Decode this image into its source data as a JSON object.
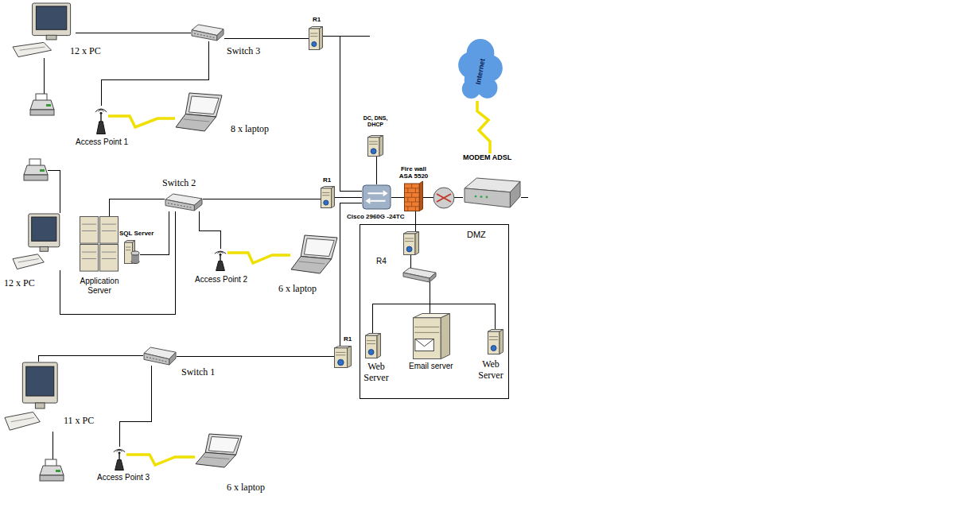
{
  "diagram": {
    "nodes": [
      {
        "text": [
          "12 x PC"
        ]
      },
      {
        "text": [
          "R1"
        ]
      },
      {
        "text": [
          "Switch 3"
        ]
      },
      {
        "text": [
          "Internet"
        ]
      },
      {
        "text": [
          "Access Point 1"
        ]
      },
      {
        "text": [
          "8 x laptop"
        ]
      },
      {
        "text": [
          "DC, DNS, DHCP"
        ]
      },
      {
        "text": [
          "Fire wall ASA 5520"
        ]
      },
      {
        "text": [
          "MODEM ADSL"
        ]
      },
      {
        "text": [
          "Switch 2"
        ]
      },
      {
        "text": [
          "R1"
        ]
      },
      {
        "text": [
          "Cisco 2960G -24TC"
        ]
      },
      {
        "text": [
          "SQL Server"
        ]
      },
      {
        "text": [
          "Application Server"
        ]
      },
      {
        "text": [
          "12 x PC"
        ]
      },
      {
        "text": [
          "Access Point 2"
        ]
      },
      {
        "text": [
          "6 x laptop"
        ]
      },
      {
        "text": [
          "DMZ"
        ]
      },
      {
        "text": [
          "R4"
        ],
        "in": 17
      },
      {
        "text": [
          "Web Server"
        ],
        "in": 17
      },
      {
        "text": [
          "Email server"
        ],
        "in": 17
      },
      {
        "text": [
          "Web Server"
        ],
        "in": 17
      },
      {
        "text": [
          "R1"
        ]
      },
      {
        "text": [
          "Switch 1"
        ]
      },
      {
        "text": [
          "11 x PC"
        ]
      },
      {
        "text": [
          "Access Point 3"
        ]
      },
      {
        "text": [
          "6 x laptop"
        ]
      }
    ],
    "edges": [
      {
        "from": 0,
        "to": 2,
        "arrow": "none"
      },
      {
        "from": 4,
        "to": 2,
        "arrow": "none"
      },
      {
        "from": 2,
        "to": 1,
        "arrow": "none"
      },
      {
        "from": 4,
        "to": 5,
        "arrow": "none"
      },
      {
        "from": 1,
        "to": 11,
        "arrow": "none"
      },
      {
        "from": 3,
        "to": 8,
        "arrow": "none"
      },
      {
        "from": 6,
        "to": 11,
        "arrow": "none"
      },
      {
        "from": 11,
        "to": 7,
        "arrow": "none"
      },
      {
        "from": 7,
        "to": 8,
        "arrow": "none"
      },
      {
        "from": 13,
        "to": 9,
        "arrow": "none"
      },
      {
        "from": 12,
        "to": 9,
        "arrow": "none"
      },
      {
        "from": 14,
        "to": 9,
        "arrow": "none"
      },
      {
        "from": 9,
        "to": 15,
        "arrow": "none"
      },
      {
        "from": 15,
        "to": 16,
        "arrow": "none"
      },
      {
        "from": 9,
        "to": 10,
        "arrow": "none"
      },
      {
        "from": 10,
        "to": 11,
        "arrow": "none"
      },
      {
        "from": 7,
        "to": 18,
        "arrow": "none"
      },
      {
        "from": 18,
        "to": 19,
        "arrow": "none"
      },
      {
        "from": 18,
        "to": 20,
        "arrow": "none"
      },
      {
        "from": 18,
        "to": 21,
        "arrow": "none"
      },
      {
        "from": 22,
        "to": 11,
        "arrow": "none"
      },
      {
        "from": 24,
        "to": 23,
        "arrow": "none"
      },
      {
        "from": 23,
        "to": 22,
        "arrow": "none"
      },
      {
        "from": 23,
        "to": 25,
        "arrow": "none"
      },
      {
        "from": 25,
        "to": 26,
        "arrow": "none"
      }
    ]
  }
}
